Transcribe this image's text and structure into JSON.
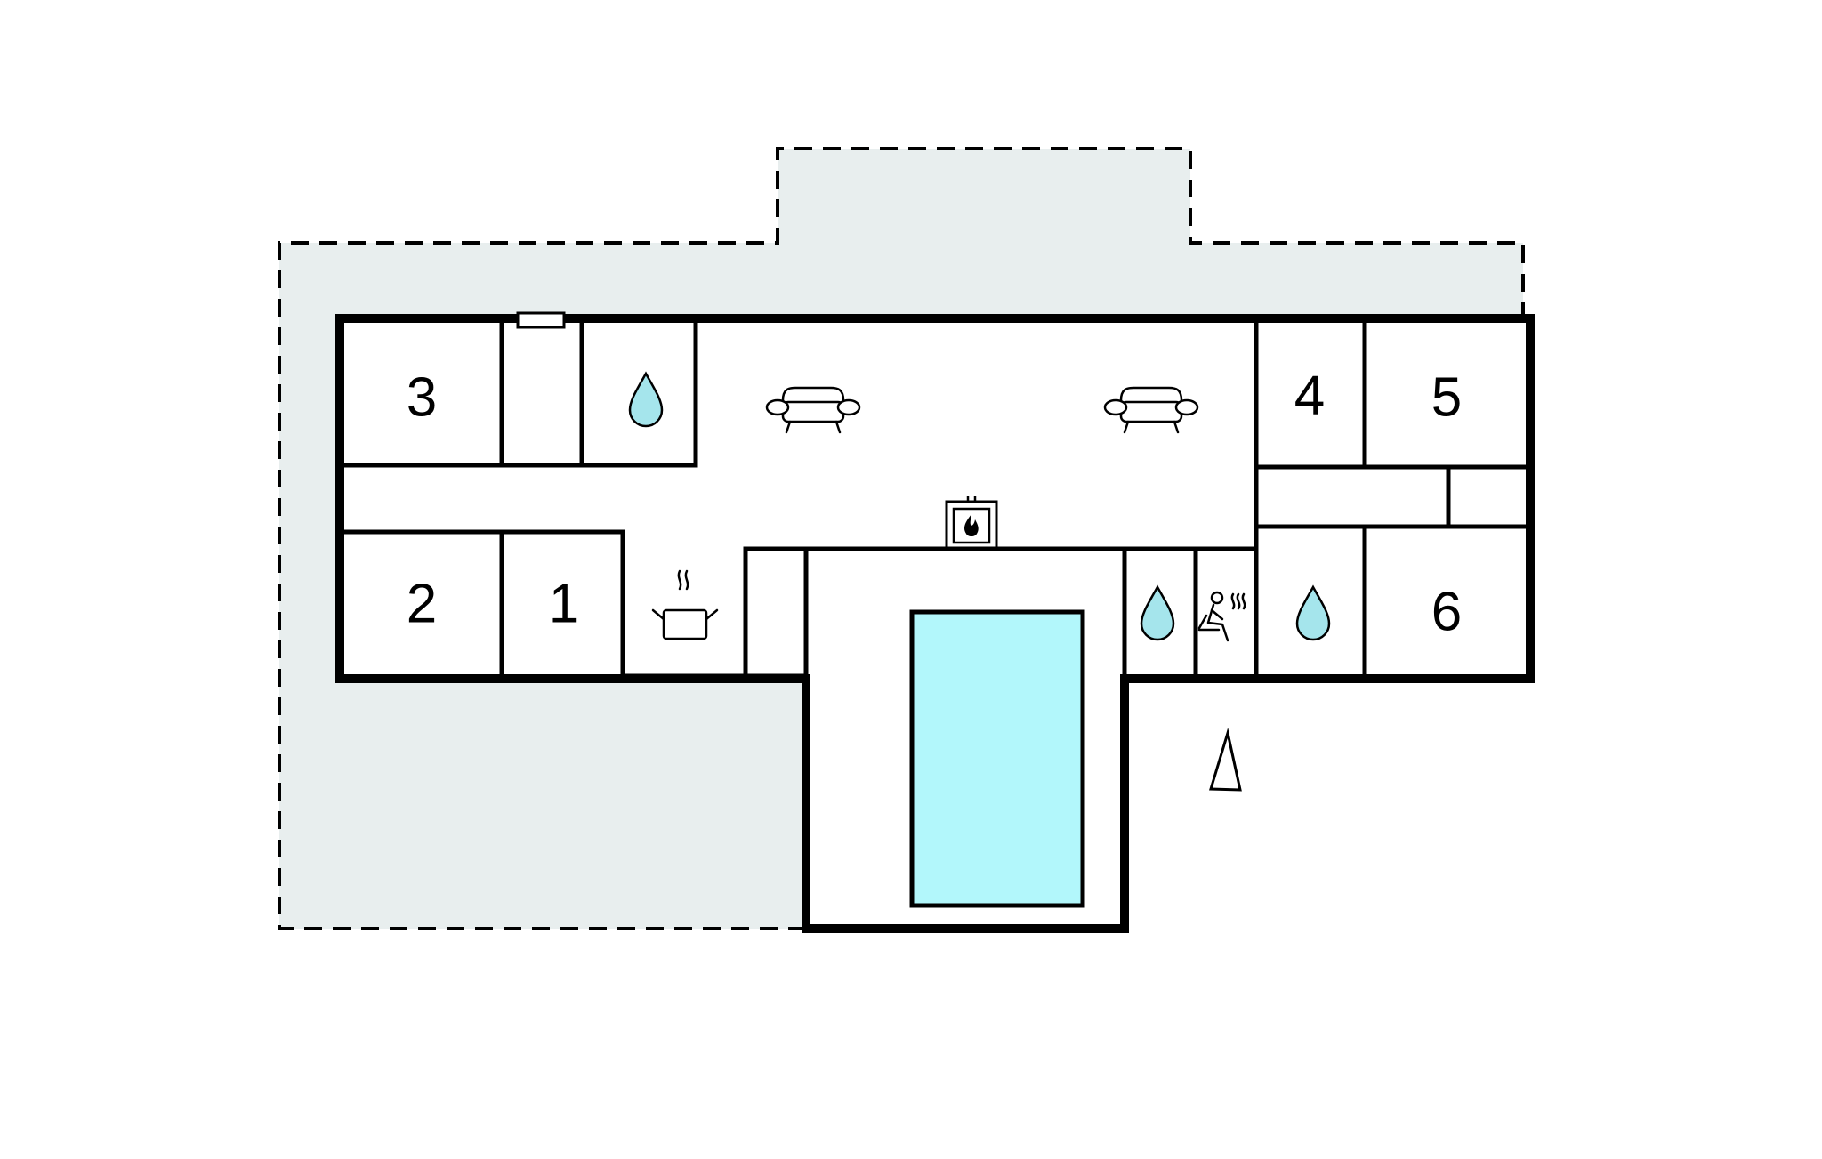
{
  "colors": {
    "terrace": "#e8eeee",
    "pool": "#b2f7fb",
    "water": "#a5e5ec",
    "wall": "#000000",
    "floor": "#ffffff"
  },
  "rooms": {
    "bedroom_1": "1",
    "bedroom_2": "2",
    "bedroom_3": "3",
    "bedroom_4": "4",
    "bedroom_5": "5",
    "bedroom_6": "6"
  },
  "icons": {
    "bathroom": "water-drop-icon",
    "living": "sofa-icon",
    "kitchen": "cooking-pot-icon",
    "fireplace": "fireplace-icon",
    "sauna": "sauna-icon",
    "north": "north-arrow-icon"
  }
}
